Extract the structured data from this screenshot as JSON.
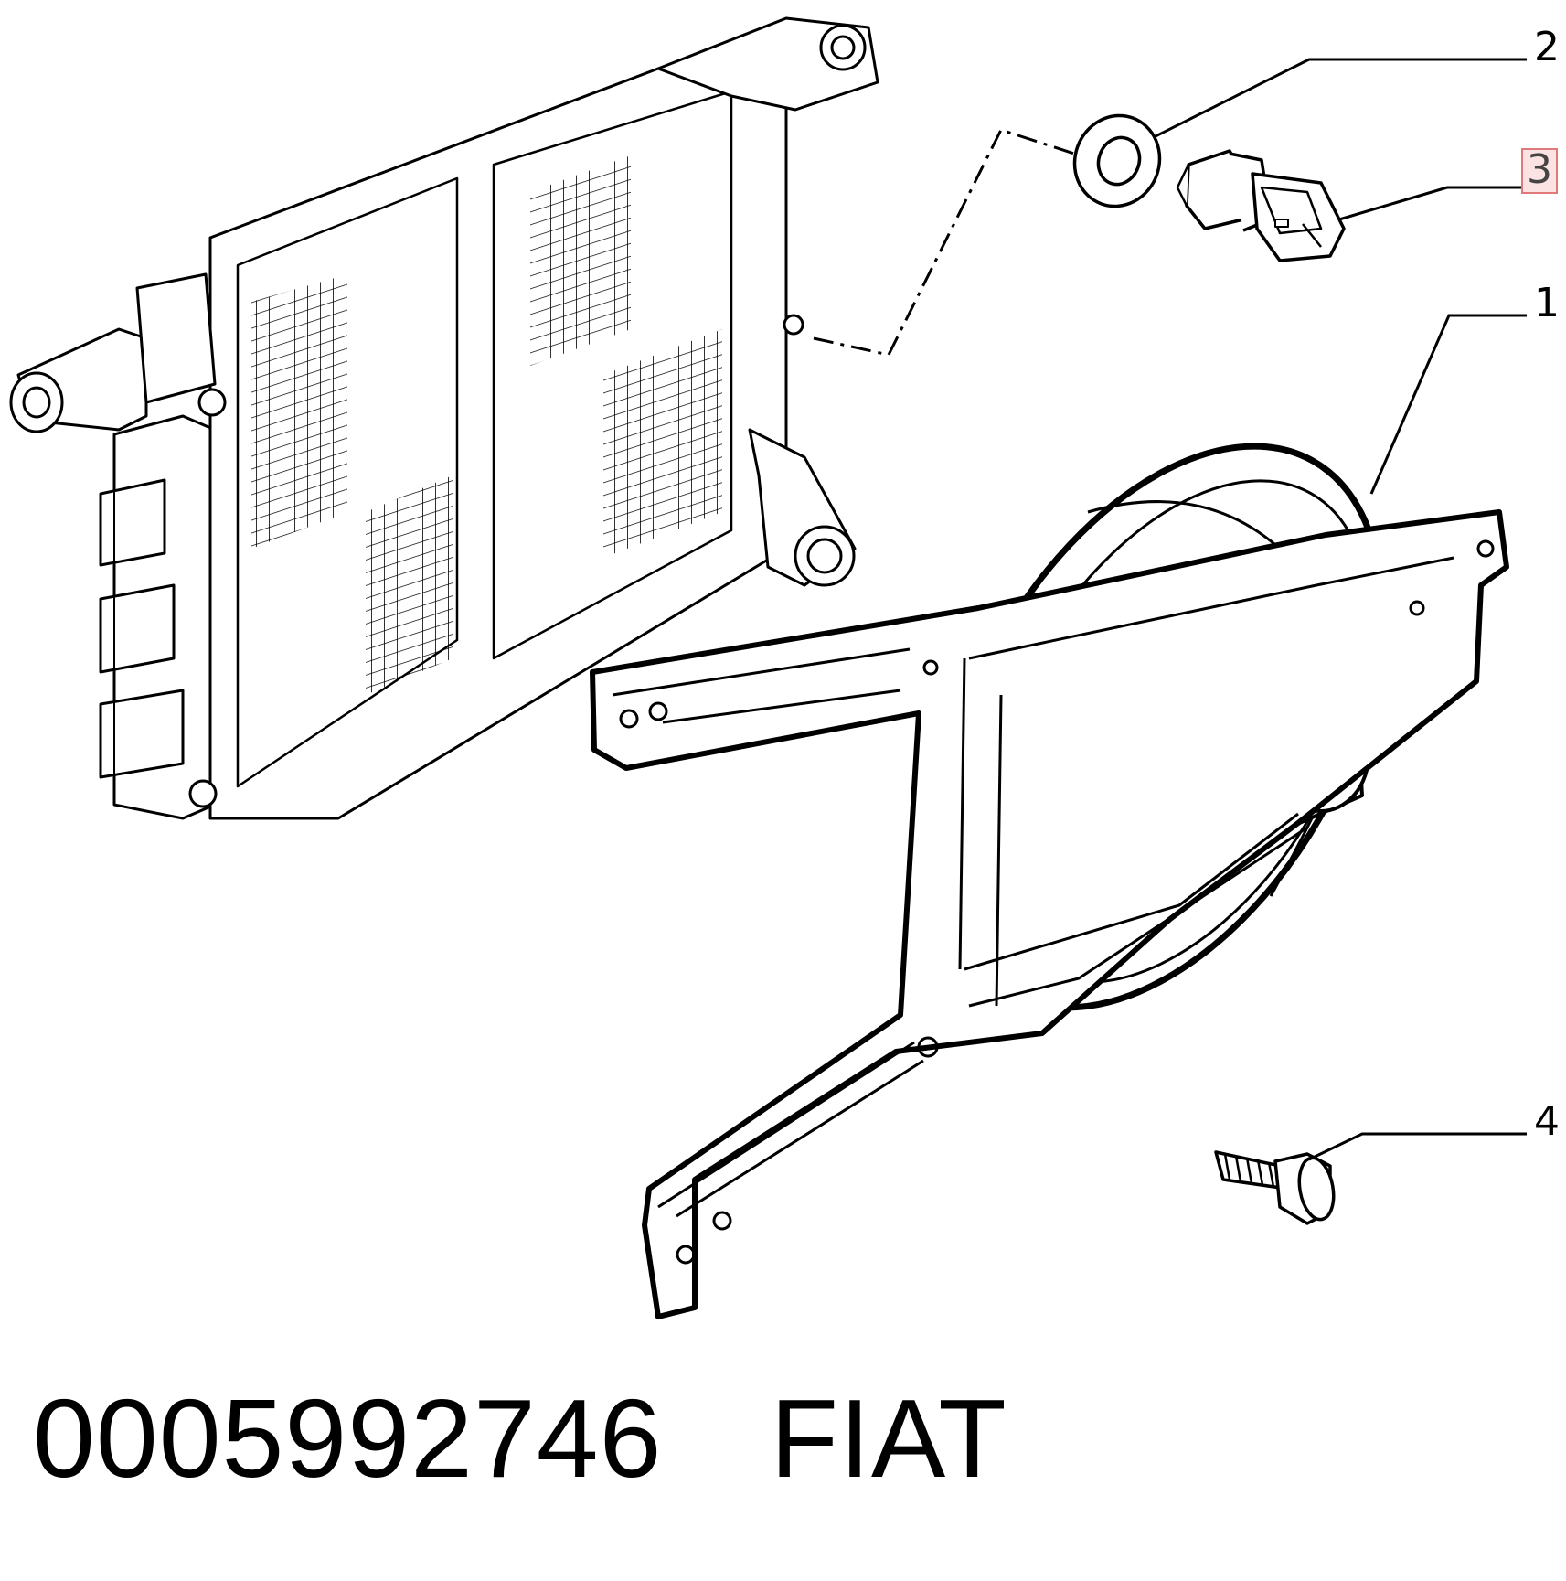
{
  "callouts": [
    {
      "id": "1",
      "label": "1",
      "highlighted": false
    },
    {
      "id": "2",
      "label": "2",
      "highlighted": false
    },
    {
      "id": "3",
      "label": "3",
      "highlighted": true
    },
    {
      "id": "4",
      "label": "4",
      "highlighted": false
    }
  ],
  "footer": {
    "part_number": "0005992746",
    "brand": "FIAT"
  },
  "colors": {
    "ink": "#000000",
    "highlight_border": "#e07a7a",
    "highlight_fill": "#fbe3e3"
  },
  "icons": {
    "radiator": "radiator-icon",
    "fan": "cooling-fan-icon",
    "washer": "sealing-washer-icon",
    "sensor": "temperature-switch-icon",
    "bolt": "bolt-icon"
  }
}
